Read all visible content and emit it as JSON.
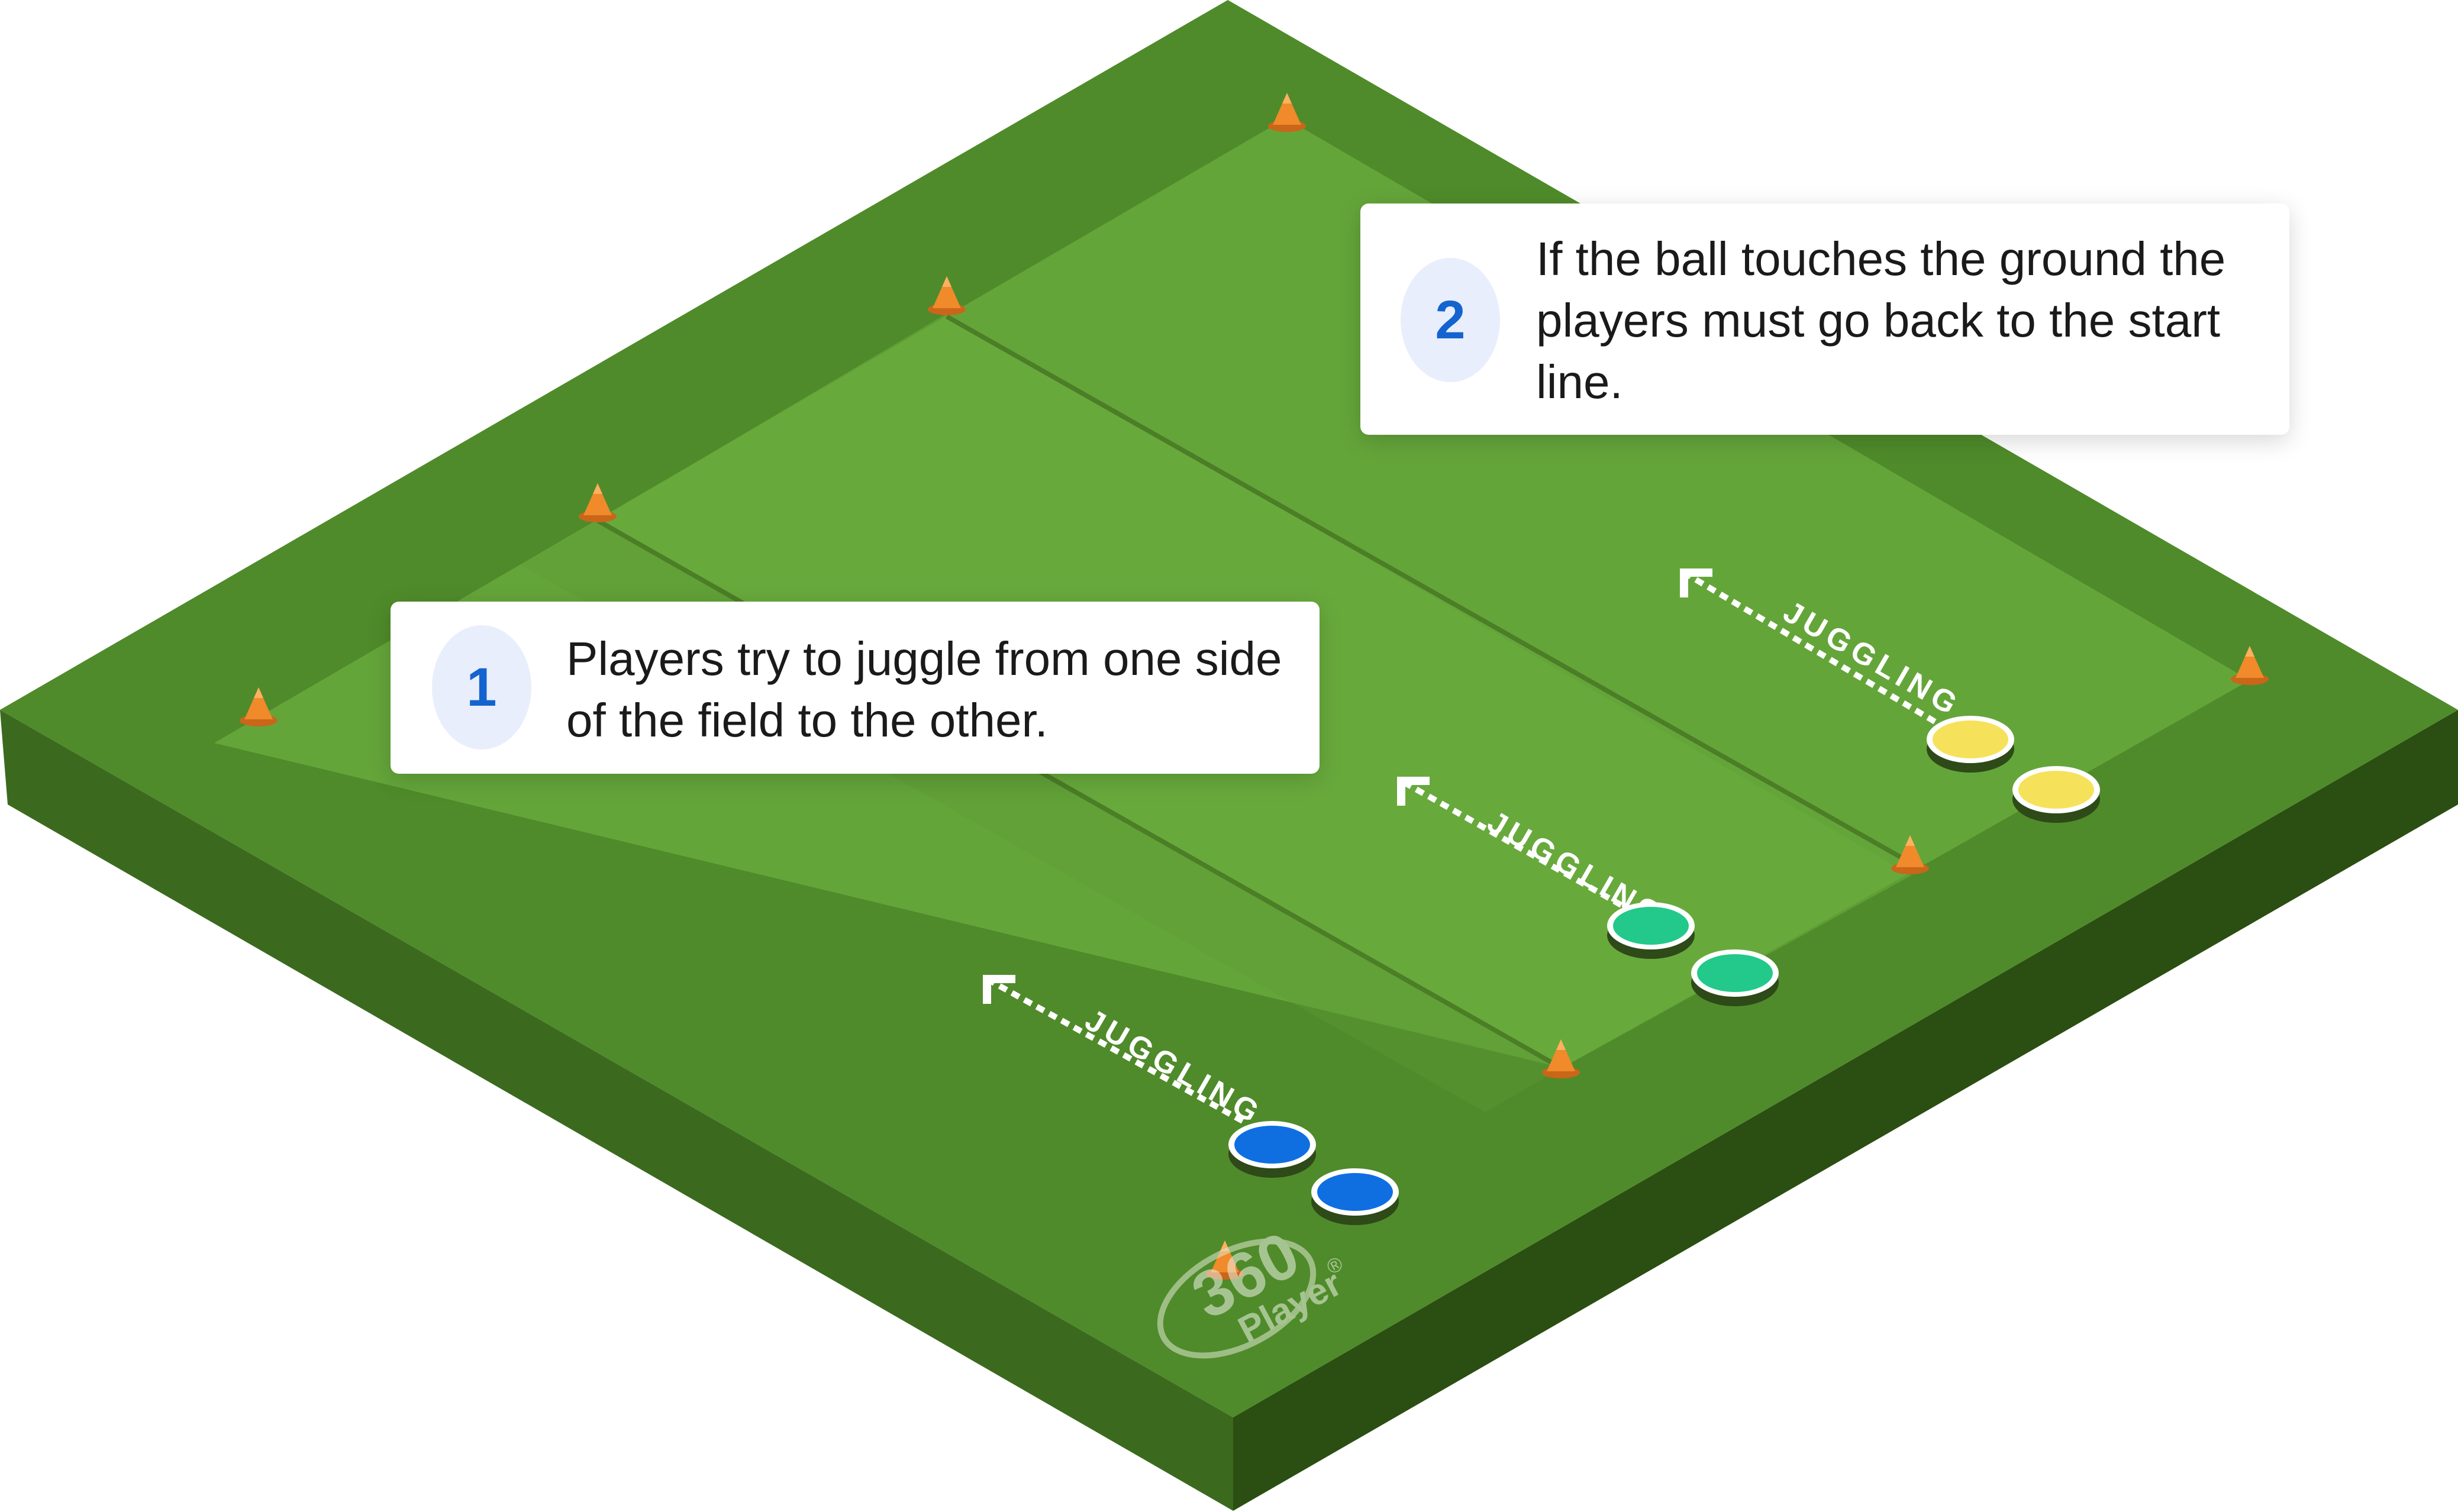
{
  "colors": {
    "pitch_outer": "#4e8a2a",
    "pitch_inner": "#64a63a",
    "side_left": "#3a6a1e",
    "side_right": "#2c4f12",
    "cone": "#f08a2a",
    "team_blue": "#0f6fe0",
    "team_green": "#22c98a",
    "team_yellow": "#f6e15a",
    "arrow": "#ffffff",
    "badge_bg": "#e8eefb",
    "badge_text": "#1463cf"
  },
  "callouts": [
    {
      "number": "1",
      "text": "Players try to juggle from one side of the field to the other."
    },
    {
      "number": "2",
      "text": "If the ball touches the ground the players must go back to the start line."
    }
  ],
  "drills": [
    {
      "label": "JUGGLING",
      "team": "blue"
    },
    {
      "label": "JUGGLING",
      "team": "green"
    },
    {
      "label": "JUGGLING",
      "team": "yellow"
    }
  ],
  "logo": {
    "number": "360",
    "word": "Player",
    "mark": "®"
  }
}
